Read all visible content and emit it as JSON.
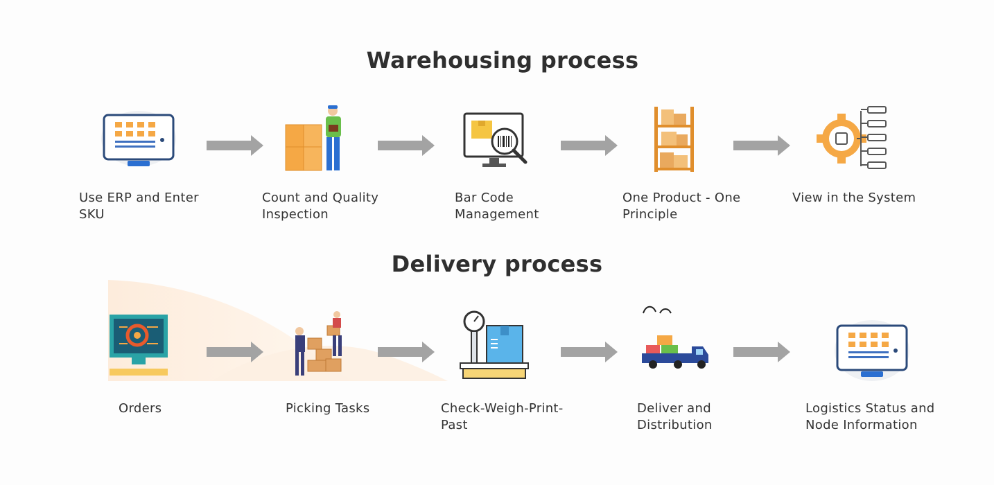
{
  "warehousing": {
    "title": "Warehousing process",
    "steps": [
      {
        "label": "Use ERP and Enter SKU",
        "icon": "erp-monitor-icon"
      },
      {
        "label": "Count and Quality Inspection",
        "icon": "warehouse-worker-icon"
      },
      {
        "label": "Bar Code Management",
        "icon": "barcode-scan-icon"
      },
      {
        "label": "One Product - One Principle",
        "icon": "shelf-rack-icon"
      },
      {
        "label": "View in the System",
        "icon": "system-tree-icon"
      }
    ]
  },
  "delivery": {
    "title": "Delivery process",
    "steps": [
      {
        "label": "Orders",
        "icon": "orders-monitor-icon"
      },
      {
        "label": "Picking Tasks",
        "icon": "picking-workers-icon"
      },
      {
        "label": "Check-Weigh-Print-Past",
        "icon": "weighing-scale-icon"
      },
      {
        "label": "Deliver and Distribution",
        "icon": "delivery-truck-icon"
      },
      {
        "label": "Logistics Status and Node Information",
        "icon": "logistics-monitor-icon"
      }
    ]
  },
  "colors": {
    "arrow": "#a3a3a3",
    "orange": "#f5a845",
    "blue_dark": "#2b4a7a",
    "heading": "#2f2f2f"
  }
}
